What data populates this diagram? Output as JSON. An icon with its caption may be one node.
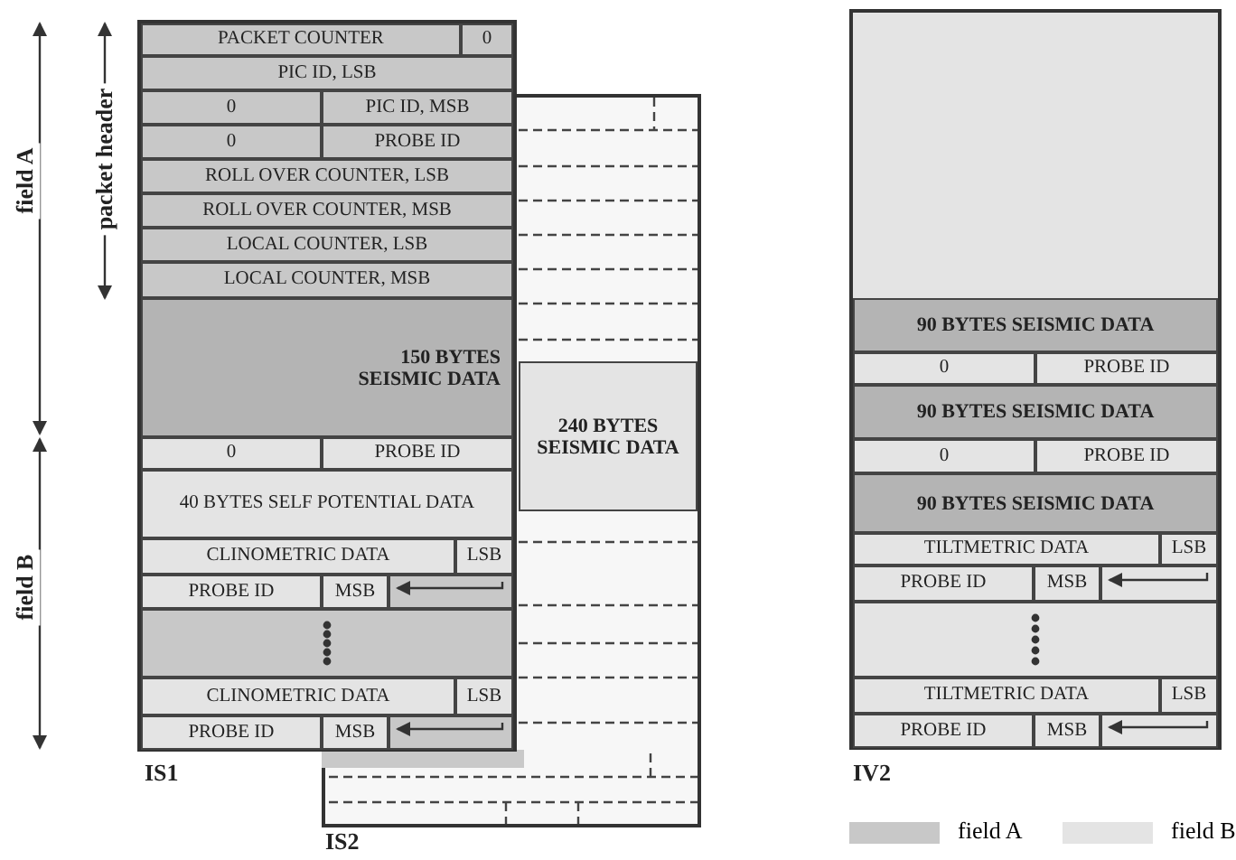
{
  "diagram": {
    "labels": [
      "field A",
      "packet header",
      "field B",
      "PACKET COUNTER",
      "0",
      "PIC ID, LSB",
      "0",
      "PIC ID, MSB",
      "0",
      "PROBE ID",
      "ROLL OVER COUNTER, LSB",
      "ROLL OVER COUNTER, MSB",
      "LOCAL COUNTER, LSB",
      "LOCAL COUNTER, MSB",
      "150 BYTES SEISMIC DATA",
      "0",
      "PROBE ID",
      "40 BYTES SELF POTENTIAL DATA",
      "CLINOMETRIC DATA",
      "LSB",
      "PROBE ID",
      "MSB",
      "CLINOMETRIC DATA",
      "LSB",
      "PROBE ID",
      "MSB",
      "IS1",
      "240 BYTES SEISMIC DATA",
      "IS2",
      "90 BYTES SEISMIC DATA",
      "0",
      "PROBE ID",
      "90 BYTES SEISMIC DATA",
      "0",
      "PROBE ID",
      "90 BYTES SEISMIC DATA",
      "TILTMETRIC DATA",
      "LSB",
      "PROBE ID",
      "MSB",
      "TILTMETRIC DATA",
      "LSB",
      "PROBE ID",
      "MSB",
      "IV2"
    ],
    "legend": [
      {
        "text": "field A",
        "color": "#c8c8c8"
      },
      {
        "text": "field B",
        "color": "#e4e4e4"
      }
    ]
  }
}
